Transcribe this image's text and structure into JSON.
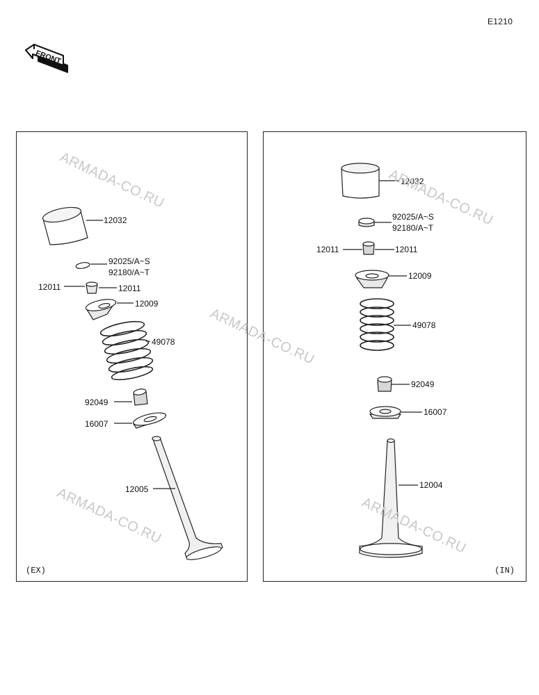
{
  "document_code": "E1210",
  "front_logo_text": "FRONT",
  "watermark_text": "ARMADA-CO.RU",
  "panels": {
    "ex": {
      "label": "(EX)",
      "parts": {
        "p12032": "12032",
        "p92025": "92025/A~S",
        "p92180": "92180/A~T",
        "p12011a": "12011",
        "p12011b": "12011",
        "p12009": "12009",
        "p49078": "49078",
        "p92049": "92049",
        "p16007": "16007",
        "p12005": "12005"
      }
    },
    "in": {
      "label": "(IN)",
      "parts": {
        "p12032": "12032",
        "p92025": "92025/A~S",
        "p92180": "92180/A~T",
        "p12011a": "12011",
        "p12011b": "12011",
        "p12009": "12009",
        "p49078": "49078",
        "p92049": "92049",
        "p16007": "16007",
        "p12004": "12004"
      }
    }
  }
}
